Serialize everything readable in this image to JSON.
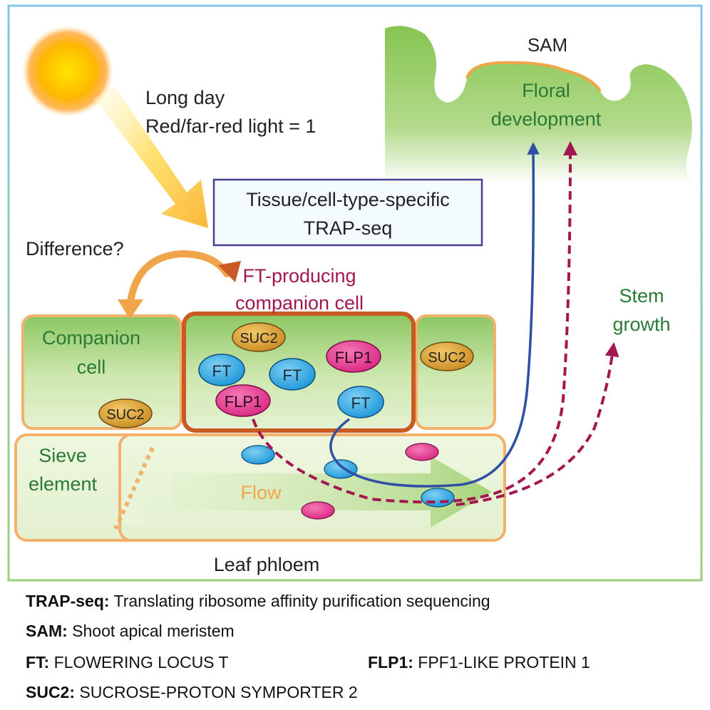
{
  "diagram": {
    "sun_text": {
      "line1": "Long day",
      "line2": "Red/far-red light = 1"
    },
    "sam_label": "SAM",
    "sam_text": {
      "line1": "Floral",
      "line2": "development"
    },
    "trap_box": {
      "line1": "Tissue/cell-type-specific",
      "line2": "TRAP-seq"
    },
    "difference_label": "Difference?",
    "ft_cell_label": {
      "line1": "FT-producing",
      "line2": "companion cell"
    },
    "stem_growth": {
      "line1": "Stem",
      "line2": "growth"
    },
    "companion_cell": {
      "line1": "Companion",
      "line2": "cell"
    },
    "sieve_element": {
      "line1": "Sieve",
      "line2": "element"
    },
    "flow_label": "Flow",
    "leaf_phloem": "Leaf phloem",
    "proteins": {
      "suc2": "SUC2",
      "ft": "FT",
      "flp1": "FLP1"
    },
    "colors": {
      "ft": "#29a6e0",
      "flp1": "#e3358d",
      "suc2": "#d9a238",
      "blue_arrow": "#2e4fa3",
      "red_arrow": "#a3164f",
      "label_green": "#2a7a36",
      "label_maroon": "#a3164f"
    }
  },
  "legend": [
    {
      "term": "TRAP-seq:",
      "definition": "Translating ribosome affinity purification sequencing"
    },
    {
      "term": "SAM:",
      "definition": "Shoot apical meristem"
    },
    {
      "term": "FT:",
      "definition": "FLOWERING LOCUS T"
    },
    {
      "term": "FLP1:",
      "definition": "FPF1-LIKE PROTEIN 1"
    },
    {
      "term": "SUC2:",
      "definition": "SUCROSE-PROTON SYMPORTER 2"
    }
  ]
}
